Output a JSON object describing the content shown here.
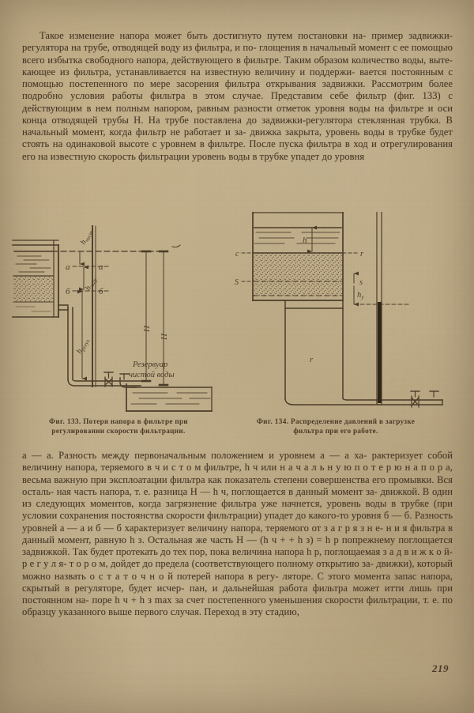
{
  "page": {
    "number": "219",
    "background_hex": "#cdbd9c",
    "ink_hex": "#463726"
  },
  "top_paragraph": {
    "lines": [
      "Такое изменение напора может быть достигнуто путем постановки на-",
      "пример задвижки-регулятора на трубе, отводящей воду из фильтра, и по-",
      "глощения в начальный момент с ее помощью всего избытка свободного",
      "напора, действующего в фильтре. Таким образом количество воды, выте-",
      "кающее из фильтра, устанавливается на известную величину и поддержи-",
      "вается постоянным с помощью постепенного по мере засорения фильтра",
      "открывания задвижки. Рассмотрим более подробно условия работы фильтра",
      "в этом случае. Представим себе фильтр (фиг. 133) с действующим в нем",
      "полным напором, равным разности отметок уровня воды на фильтре и оси",
      "конца отводящей трубы H. На трубе поставлена до задвижки-регулятора",
      "стеклянная трубка. В начальный момент, когда фильтр не работает и за-",
      "движка закрыта, уровень воды в трубке будет стоять на одинаковой высоте",
      "с уровнем в фильтре. После пуска фильтра в ход и отрегулирования его на",
      "известную скорость фильтрации уровень воды в трубке упадет до уровня"
    ]
  },
  "bottom_paragraph": {
    "lines": [
      "a — a. Разность между первоначальным положением и уровнем a — a ха-",
      "рактеризует собой величину напора, теряемого в ч и с т о м фильтре, h ч или",
      "н а ч а л ь н у ю   п о т е р ю   н а п о р а, весьма важную при эксплоатации",
      "фильтра как показатель степени совершенства его промывки. Вся осталь-",
      "ная часть напора, т. е. разница H — h ч, поглощается в данный момент за-",
      "движкой. В один из следующих моментов, когда загрязнение фильтра уже",
      "начнется, уровень воды в трубке (при условии сохранения постоянства",
      "скорости фильтрации) упадет до какого-то уровня б — б. Разность уровней",
      "a — a и б — б характеризует величину напора, теряемого от з а г р я з н е-",
      "н и я фильтра в данный момент, равную h з. Остальная же часть H — (h ч +",
      "+ h з) = h р попрежнему поглощается задвижкой. Так будет протекать до",
      "тех пор, пока величина напора h р, поглощаемая з а д в и ж к о й-р е г у л я-",
      "т о р о м, дойдет до предела (соответствующего полному открытию за-",
      "движки), который можно назвать о с т а т о ч н о й потерей напора в регу-",
      "ляторе. С этого момента запас напора, скрытый в регуляторе, будет исчер-",
      "пан, и дальнейшая работа фильтра может итти лишь при постоянном на-",
      "поре h ч + h з max за счет постепенного уменьшения скорости фильтрации,",
      "т. е. по образцу указанного выше первого случая. Переход в эту стадию,"
    ]
  },
  "figures": [
    {
      "id": "fig-133",
      "number": "Фиг. 133.",
      "caption_line1": "Потеря  напора  в  фильтре  при",
      "caption_line2": "регулировании скорости фильтрации.",
      "labels": {
        "h_chist": "h",
        "h_chist_sub": "чист",
        "h_zagr": "h",
        "h_zagr_sub": "загр",
        "h_regul": "h",
        "h_regul_sub": "регул.",
        "level_a_left": "а",
        "level_a_right": "а",
        "level_b_left": "б",
        "level_b_right": "б",
        "H_left": "H",
        "H_right": "H",
        "reservoir_line1": "Резервуар",
        "reservoir_line2": "чистой воды"
      }
    },
    {
      "id": "fig-134",
      "number": "Фиг. 134.",
      "caption_line1": "Распределение давлений в загрузке",
      "caption_line2": "фильтра при его работе.",
      "labels": {
        "h": "h",
        "c_left": "c",
        "s_left": "s",
        "r_right": "r",
        "s_right": "s",
        "h_u": "h",
        "h_u_sub": "у",
        "r_inner": "r"
      }
    }
  ]
}
